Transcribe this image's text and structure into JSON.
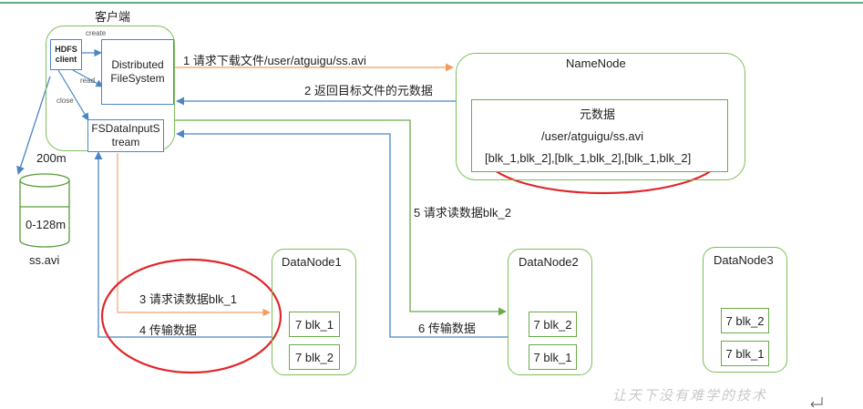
{
  "client": {
    "title": "客户端",
    "hdfs_client": "HDFS client",
    "distributed_fs": "Distributed FileSystem",
    "fsdatainputstream": "FSDataInputStream",
    "label_create": "create",
    "label_read": "read",
    "label_close": "close"
  },
  "file": {
    "size_label": "200m",
    "block_label": "0-128m",
    "name": "ss.avi"
  },
  "namenode": {
    "title": "NameNode",
    "metadata_title": "元数据",
    "path": "/user/atguigu/ss.avi",
    "blocks": "[blk_1,blk_2],[blk_1,blk_2],[blk_1,blk_2]"
  },
  "datanodes": [
    {
      "title": "DataNode1",
      "blocks": [
        "7 blk_1",
        "7 blk_2"
      ]
    },
    {
      "title": "DataNode2",
      "blocks": [
        "7 blk_2",
        "7 blk_1"
      ]
    },
    {
      "title": "DataNode3",
      "blocks": [
        "7 blk_2",
        "7 blk_1"
      ]
    }
  ],
  "steps": {
    "s1": "1 请求下载文件/user/atguigu/ss.avi",
    "s2": "2 返回目标文件的元数据",
    "s3": "3 请求读数据blk_1",
    "s4": "4 传输数据",
    "s5": "5 请求读数据blk_2",
    "s6": "6 传输数据"
  },
  "watermark": "让天下没有难学的技术",
  "colors": {
    "green": "#7cbf5a",
    "blue": "#4a86c5",
    "orange": "#f2a470",
    "red": "#e0262a"
  }
}
